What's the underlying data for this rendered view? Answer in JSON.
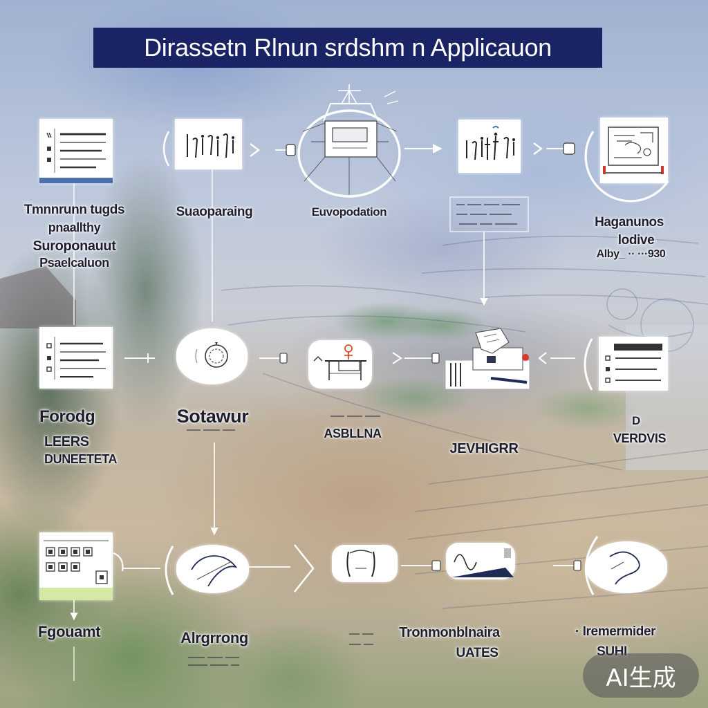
{
  "title": "Dirassetn Rlnun srdshm n Applicauon",
  "labels": {
    "r1c1": [
      "Tmnnrunn tugds",
      "pnaallthy",
      "Suroponauut",
      "Psaelcaluon"
    ],
    "r1c2": [
      "Suaoparaing"
    ],
    "r1c3": [
      "Euvopodation"
    ],
    "r1c5": [
      "Haganunos",
      "lodive",
      "Alby_ ·· ···930"
    ],
    "r2c1": [
      "Forodg",
      "LEERS",
      "DUNEETETA"
    ],
    "r2c2": [
      "Sotawur"
    ],
    "r2c3": [
      "ASBLLNA"
    ],
    "r2c4": [
      "JEVHIGRR"
    ],
    "r2c5": [
      "D",
      "VERDVIS"
    ],
    "r3c1": [
      "Fgouamt"
    ],
    "r3c2": [
      "Alrgrrong"
    ],
    "r3c3": [
      "Tronmonblnaira",
      "UATES"
    ],
    "r3c5": [
      "· Iremermider",
      "SUHI"
    ]
  },
  "nodes": [
    {
      "id": "r1c1",
      "icon": "document-list-icon"
    },
    {
      "id": "r1c2",
      "icon": "glyph-chart-icon"
    },
    {
      "id": "r1c3",
      "icon": "framed-monitor-icon"
    },
    {
      "id": "r1c4",
      "icon": "figures-chart-icon"
    },
    {
      "id": "r1c5",
      "icon": "blueprint-frame-icon"
    },
    {
      "id": "r2c1",
      "icon": "document-list-icon"
    },
    {
      "id": "r2c2",
      "icon": "target-circle-icon"
    },
    {
      "id": "r2c3",
      "icon": "workstation-icon"
    },
    {
      "id": "r2c4",
      "icon": "machine-icon"
    },
    {
      "id": "r2c5",
      "icon": "document-list-icon"
    },
    {
      "id": "r3c1",
      "icon": "dashboard-grid-icon"
    },
    {
      "id": "r3c2",
      "icon": "leaf-curve-icon"
    },
    {
      "id": "r3c3",
      "icon": "container-icon"
    },
    {
      "id": "r3c4",
      "icon": "wave-chart-icon"
    },
    {
      "id": "r3c5",
      "icon": "curve-loop-icon"
    }
  ],
  "watermark": "AI生成",
  "colors": {
    "banner": "#1a2363",
    "banner_text": "#ffffff",
    "card": "#ffffff",
    "accent_blue": "#4e6fae",
    "accent_green": "#d5e9a4",
    "accent_red": "#d9362c",
    "label_text": "#1e1f2e"
  }
}
